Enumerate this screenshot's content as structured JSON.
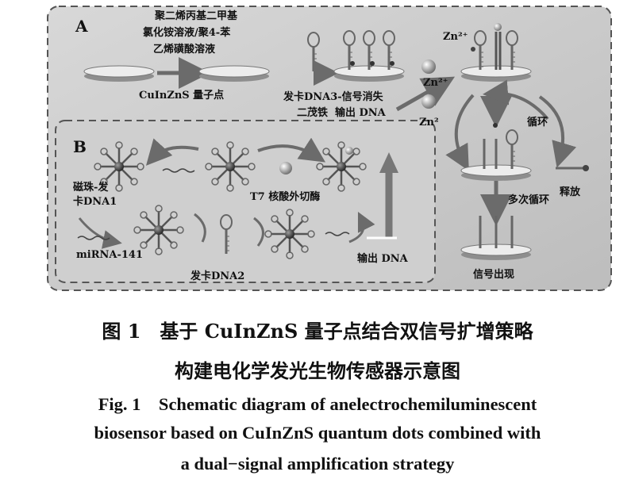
{
  "panels": {
    "a_label": "A",
    "b_label": "B"
  },
  "labels": {
    "modify_reagents_1": "聚二烯丙基二甲基",
    "modify_reagents_2": "氯化铵溶液/聚4-苯",
    "modify_reagents_3": "乙烯磺酸溶液",
    "quantum_dot": "CuInZnS 量子点",
    "hairpin3_1": "发卡DNA3-信号消失",
    "hairpin3_2": "二茂铁",
    "output_dna_a": "输出 DNA",
    "zn_1": "Zn²⁺",
    "zn_2": "Zn²⁺",
    "zn_3": "Zn²",
    "cycle": "循环",
    "release": "释放",
    "multi_cycle": "多次循环",
    "signal_appears": "信号出现",
    "bead_hairpin1_1": "磁珠-发",
    "bead_hairpin1_2": "卡DNA1",
    "t7": "T7 核酸外切酶",
    "mirna": "miRNA-141",
    "hairpin2": "发卡DNA2",
    "output_dna_b": "输出 DNA"
  },
  "caption": {
    "cn_line1": "图 1　基于 CuInZnS 量子点结合双信号扩增策略",
    "cn_line2": "构建电化学发光生物传感器示意图",
    "en_line1": "Fig. 1　Schematic diagram of anelectrochemiluminescent",
    "en_line2": "biosensor based on CuInZnS quantum dots combined with",
    "en_line3": "a dual−signal amplification strategy"
  },
  "colors": {
    "panel_fill": "#c9c9c9",
    "panel_b_fill": "#cfcfcf",
    "dash": "#555555",
    "arrow": "#6b6b6b",
    "electrode": "#e6e6e6"
  }
}
